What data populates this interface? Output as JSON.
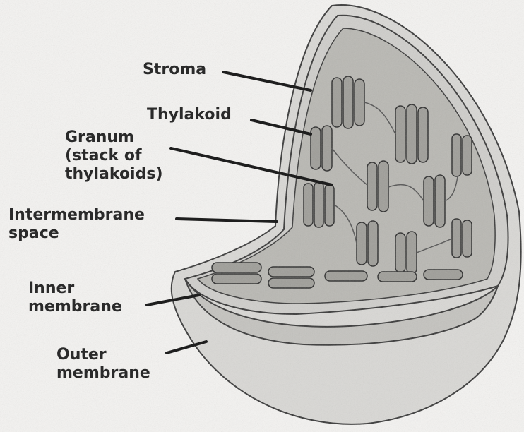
{
  "labels": {
    "stroma": "Stroma",
    "thylakoid": "Thylakoid",
    "granum": [
      "Granum",
      "(stack of",
      "thylakoids)"
    ],
    "intermembrane": [
      "Intermembrane",
      "space"
    ],
    "inner": [
      "Inner",
      "membrane"
    ],
    "outer": [
      "Outer",
      "membrane"
    ]
  },
  "colors": {
    "background": "#f4f3f1",
    "outer_membrane": "#d9d8d5",
    "inner_membrane": "#c9c8c4",
    "stroma": "#b9b8b3",
    "thylakoid": "#9f9e99",
    "line": "#1e1e1e"
  }
}
